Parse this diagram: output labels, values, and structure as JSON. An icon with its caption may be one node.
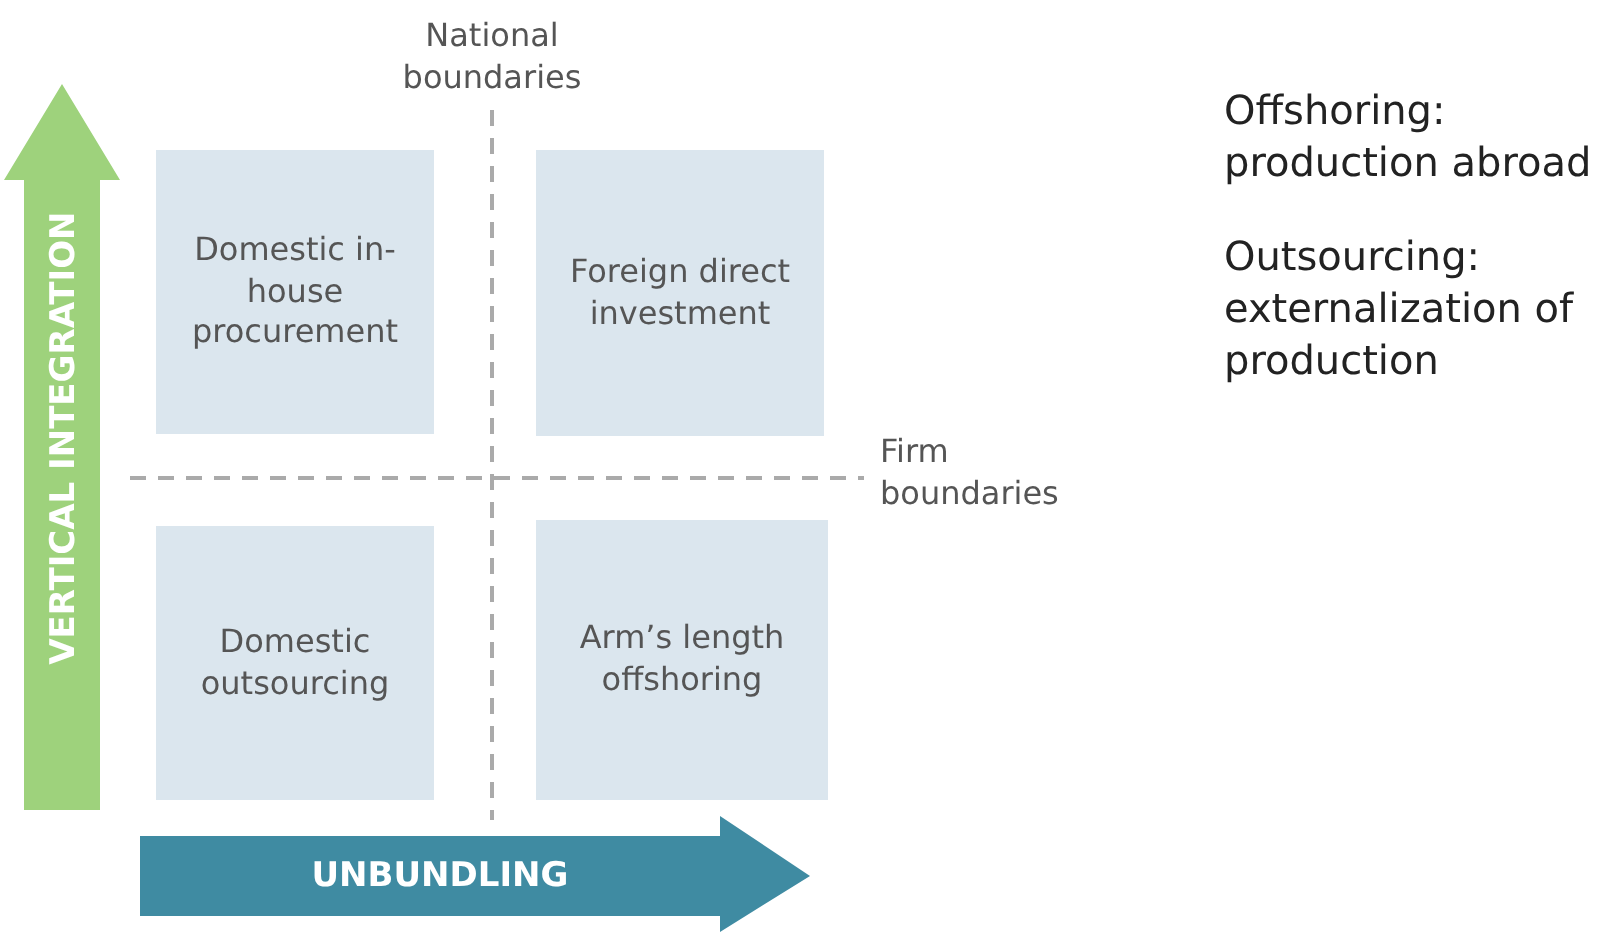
{
  "diagram": {
    "nodes": [
      {
        "text": [
          "Domestic in-house procurement"
        ]
      },
      {
        "text": [
          "Foreign direct investment"
        ]
      },
      {
        "text": [
          "Domestic outsourcing"
        ]
      },
      {
        "text": [
          "Arm’s length offshoring"
        ]
      }
    ],
    "edges": [],
    "labels": [
      "National boundaries",
      "VERTICAL INTEGRATION",
      "Firm boundaries",
      "UNBUNDLING",
      "Offshoring: production abroad",
      "Outsourcing: externalization of production"
    ]
  }
}
